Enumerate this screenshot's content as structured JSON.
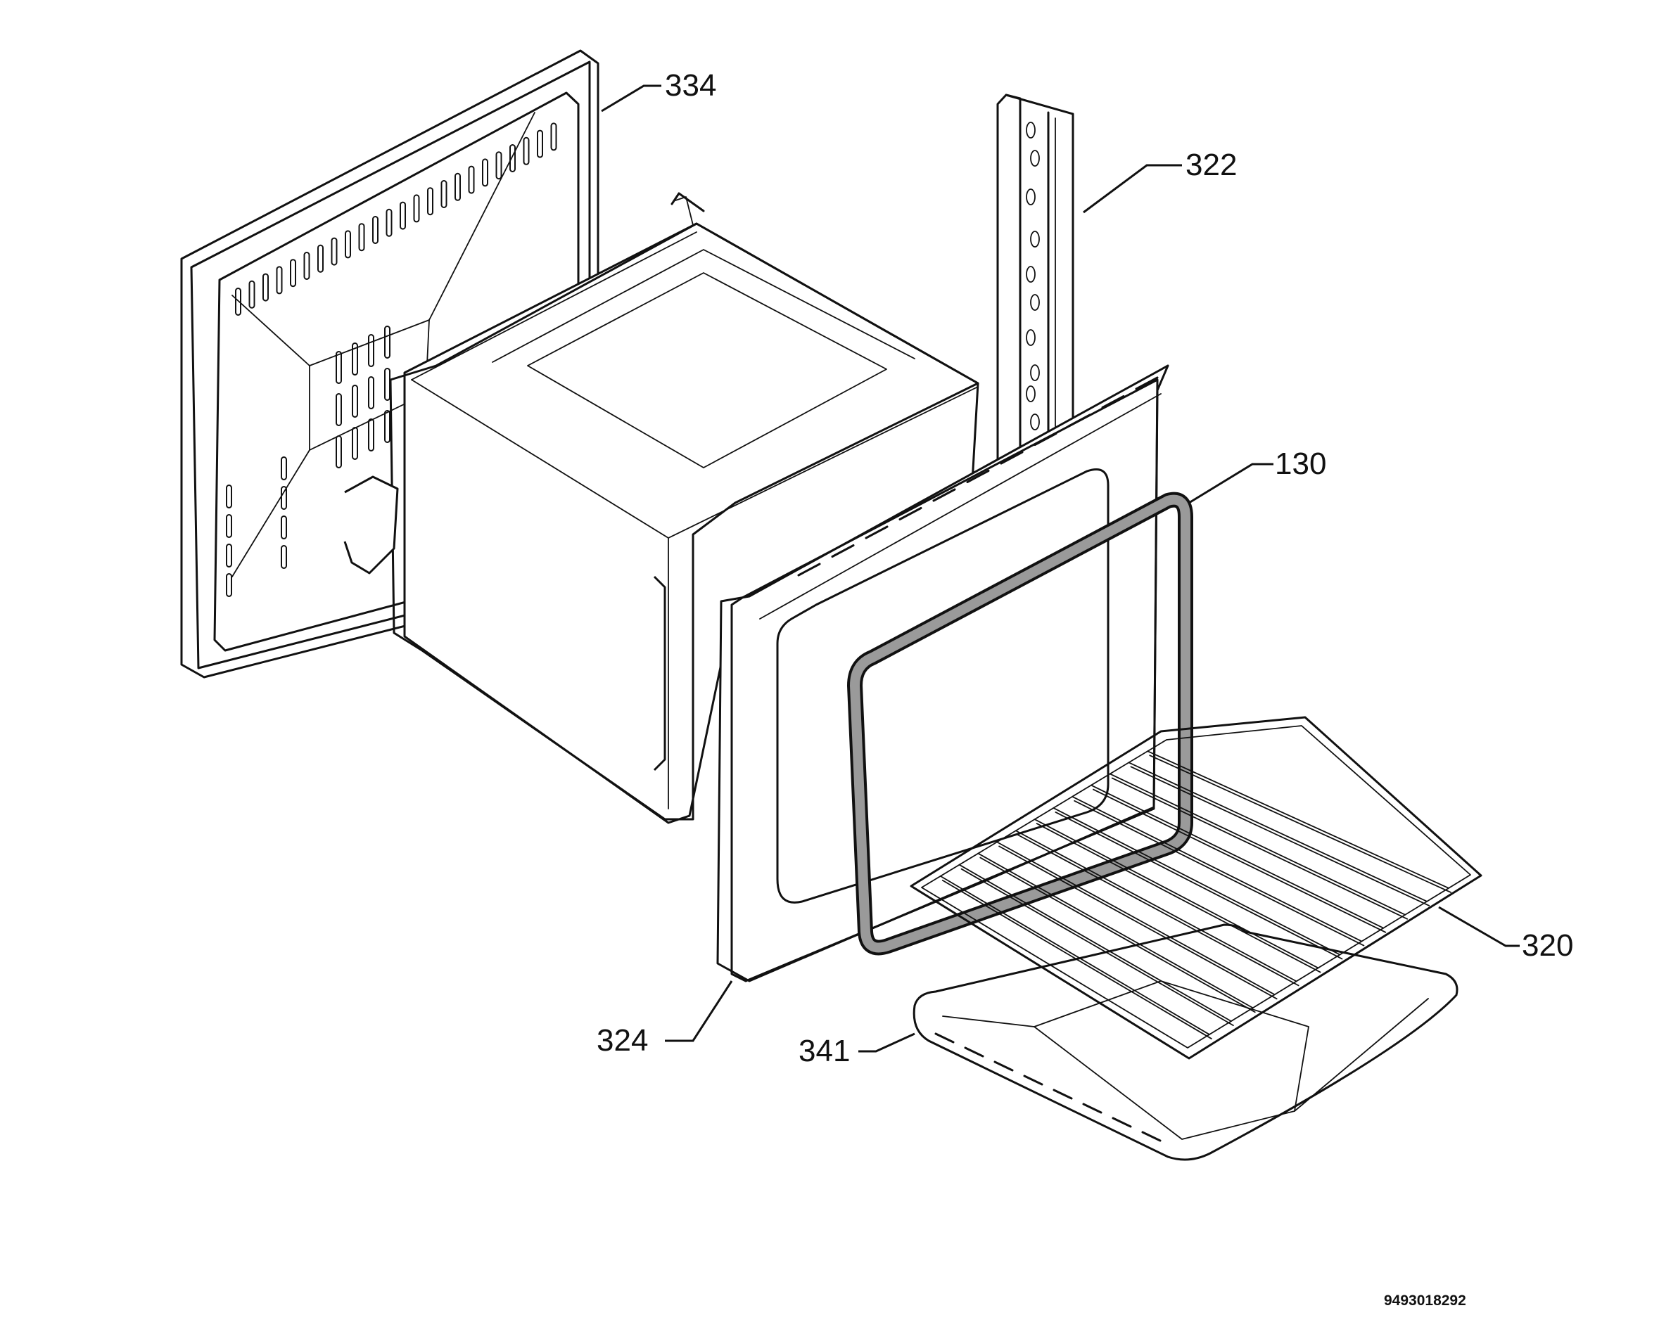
{
  "callouts": {
    "c334": "334",
    "c322": "322",
    "c130": "130",
    "c320": "320",
    "c324": "324",
    "c341": "341"
  },
  "document_number": "9493018292"
}
